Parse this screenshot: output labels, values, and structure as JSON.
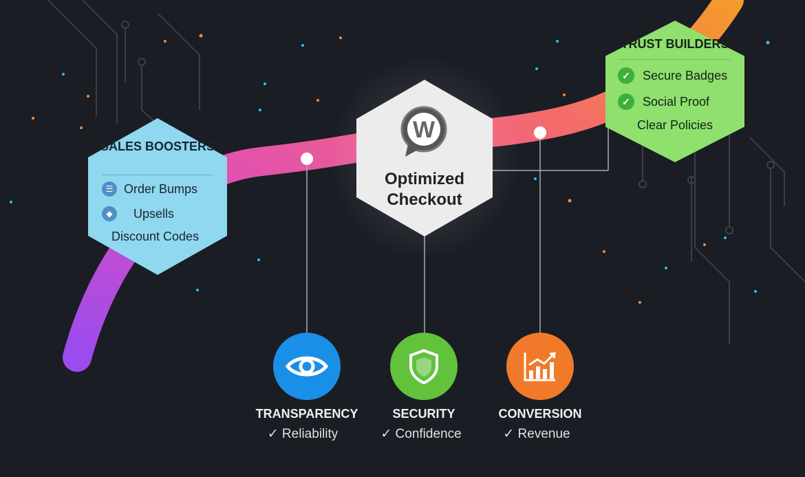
{
  "sales_boosters": {
    "title": "SALES BOOSTERS",
    "items": [
      {
        "label": "Order Bumps",
        "icon": "list-icon"
      },
      {
        "label": "Upsells",
        "icon": "layers-icon"
      },
      {
        "label": "Discount Codes",
        "icon": ""
      }
    ],
    "color": "#8fd8ef"
  },
  "center": {
    "logo_letter": "W",
    "title": "Optimized Checkout",
    "color": "#ececec"
  },
  "trust_builders": {
    "title": "TRUST BUILDERS",
    "items": [
      {
        "label": "Secure Badges",
        "icon": "check-icon"
      },
      {
        "label": "Social Proof",
        "icon": "check-icon"
      },
      {
        "label": "Clear Policies",
        "icon": ""
      }
    ],
    "color": "#8fe06e"
  },
  "pillars": [
    {
      "title": "TRANSPARENCY",
      "subtitle": "✓ Reliability",
      "icon": "eye-icon",
      "color": "#1a8fe8"
    },
    {
      "title": "SECURITY",
      "subtitle": "✓ Confidence",
      "icon": "shield-icon",
      "color": "#62c23c"
    },
    {
      "title": "CONVERSION",
      "subtitle": "✓ Revenue",
      "icon": "growth-chart-icon",
      "color": "#f07a2a"
    }
  ],
  "flow_colors": [
    "#a04df0",
    "#e04fb6",
    "#f46b6b",
    "#f59a2c"
  ]
}
